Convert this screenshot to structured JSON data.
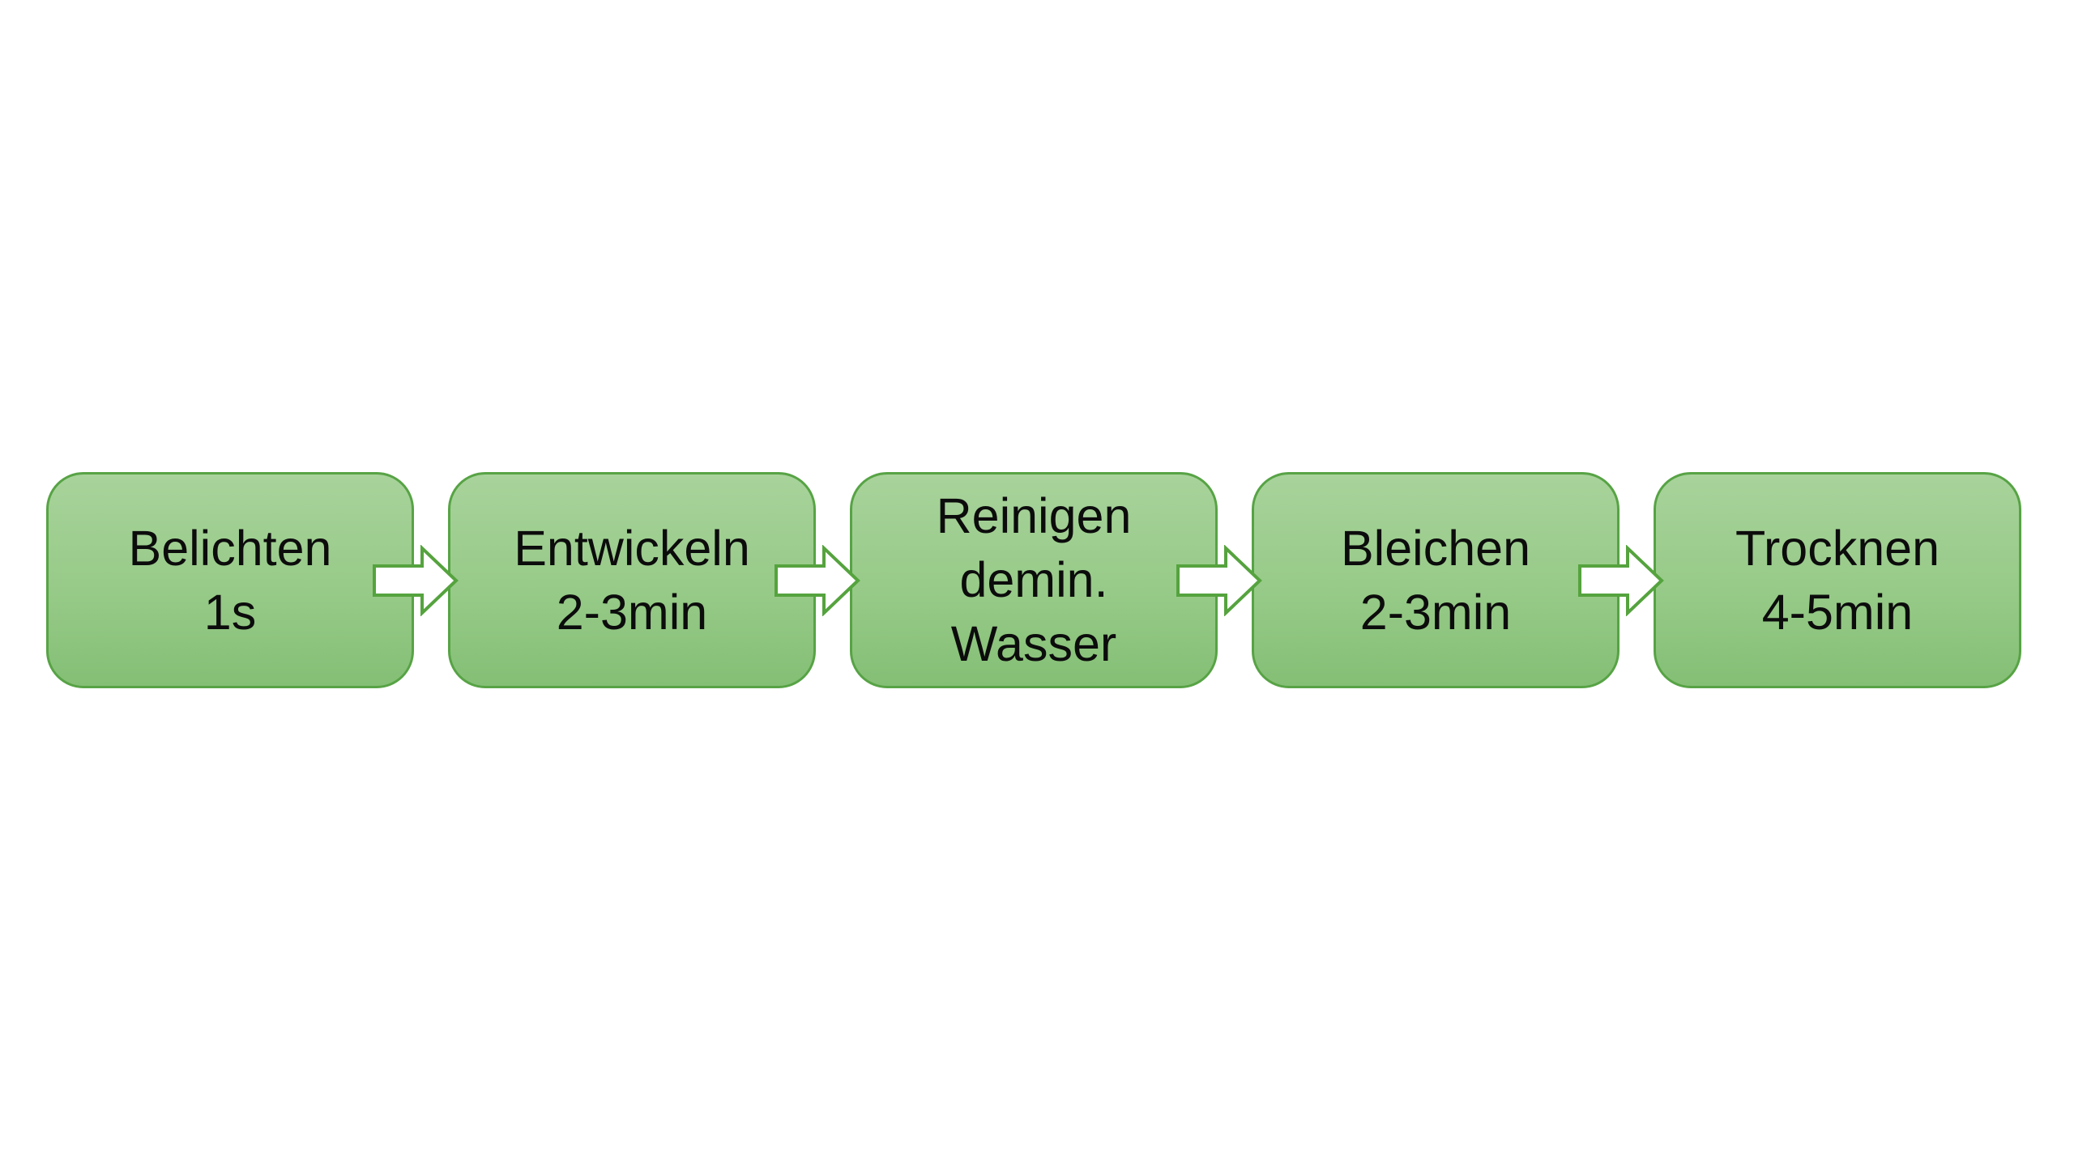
{
  "diagram": {
    "type": "process-flow",
    "direction": "left-to-right",
    "steps": [
      {
        "title": "Belichten",
        "detail": "1s",
        "lines": [
          "Belichten",
          "1s"
        ]
      },
      {
        "title": "Entwickeln",
        "detail": "2-3min",
        "lines": [
          "Entwickeln",
          "2-3min"
        ]
      },
      {
        "title": "Reinigen",
        "detail": "demin. Wasser",
        "lines": [
          "Reinigen",
          "demin.",
          "Wasser"
        ]
      },
      {
        "title": "Bleichen",
        "detail": "2-3min",
        "lines": [
          "Bleichen",
          "2-3min"
        ]
      },
      {
        "title": "Trocknen",
        "detail": "4-5min",
        "lines": [
          "Trocknen",
          "4-5min"
        ]
      }
    ],
    "connector": "right-block-arrow",
    "colors": {
      "background": "#ffffff",
      "box_fill_top": "#a8d39b",
      "box_fill_bottom": "#84bf75",
      "box_border": "#57a345",
      "arrow_fill": "#ffffff",
      "arrow_border": "#55a33e",
      "text": "#0c0c0c"
    }
  }
}
